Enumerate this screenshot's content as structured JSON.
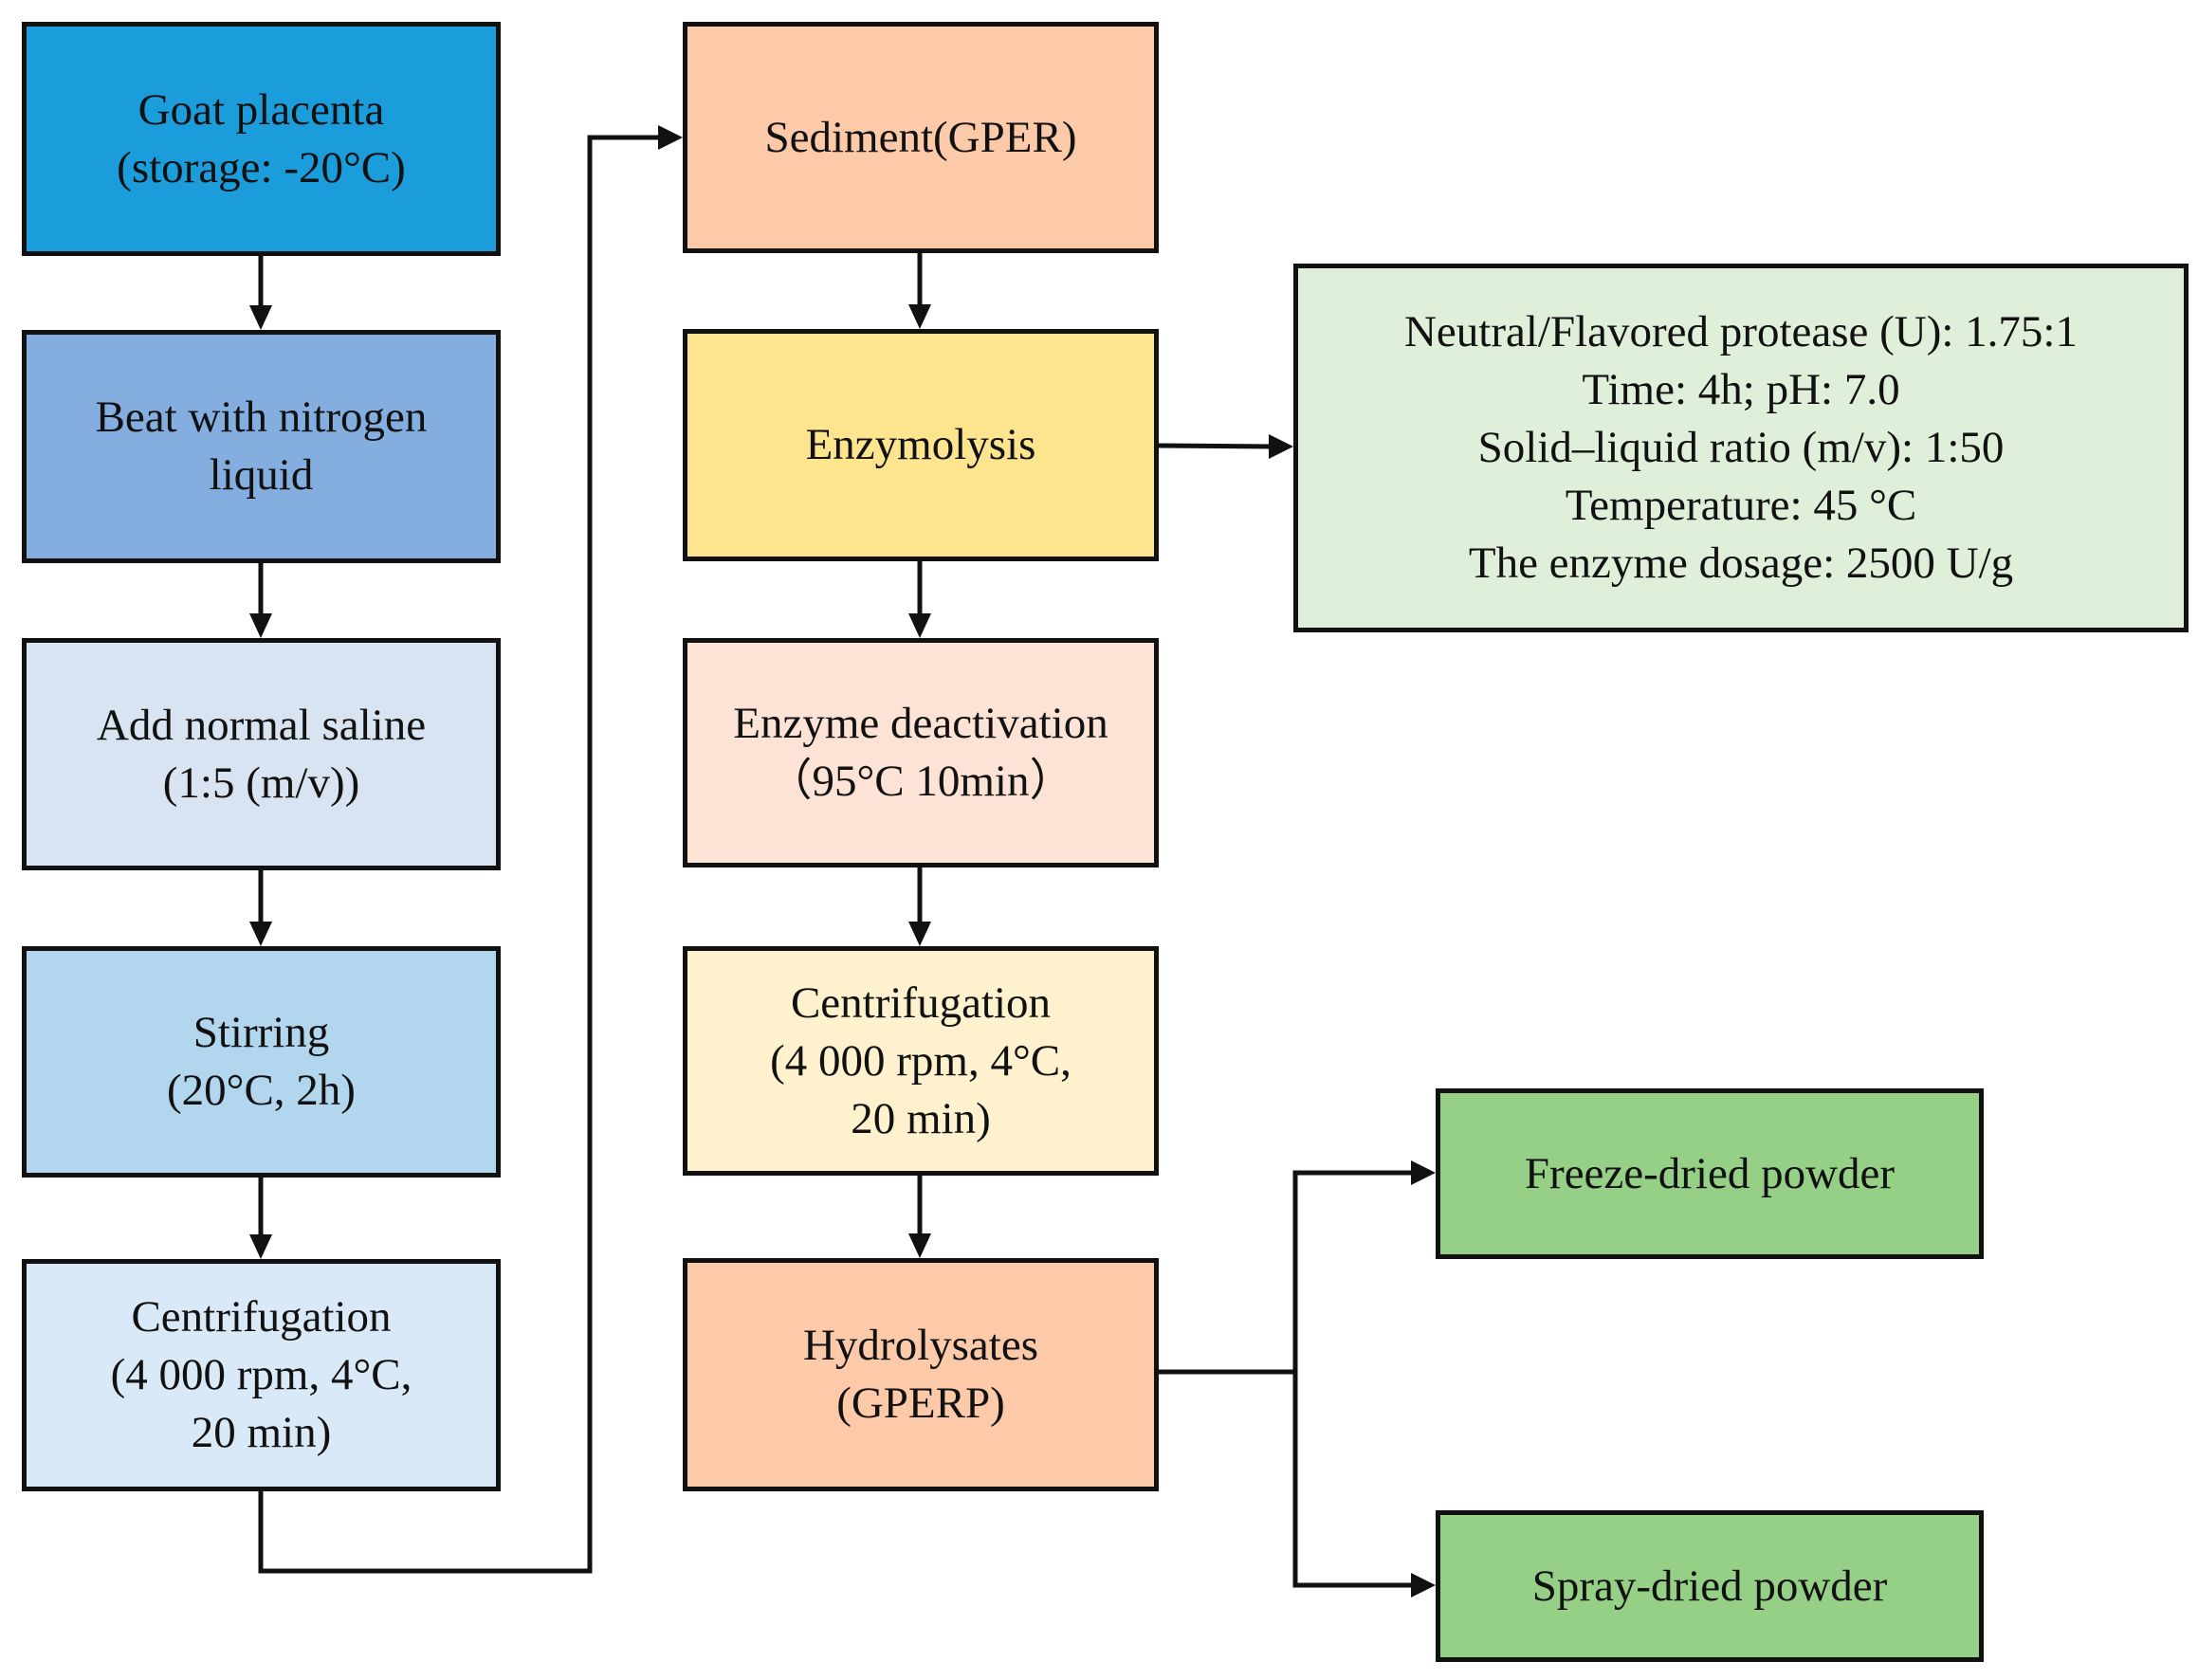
{
  "nodes": {
    "goat_placenta": {
      "lines": [
        "Goat placenta",
        "(storage: -20°C)"
      ],
      "color": "#1b9ddb"
    },
    "beat": {
      "lines": [
        "Beat with nitrogen",
        "liquid"
      ],
      "color": "#84aedf"
    },
    "saline": {
      "lines": [
        "Add normal saline",
        "(1:5 (m/v))"
      ],
      "color": "#d9e4f2"
    },
    "stirring": {
      "lines": [
        "Stirring",
        "(20°C, 2h)"
      ],
      "color": "#b3d6ef"
    },
    "centrifugation_1": {
      "lines": [
        "Centrifugation",
        "(4 000 rpm, 4°C,",
        "20 min)"
      ],
      "color": "#dae9f7"
    },
    "sediment": {
      "lines": [
        "Sediment(GPER)"
      ],
      "color": "#fccaa9"
    },
    "enzymolysis": {
      "lines": [
        "Enzymolysis"
      ],
      "color": "#fde48f"
    },
    "deactivation": {
      "lines": [
        "Enzyme deactivation",
        "（95°C 10min）"
      ],
      "color": "#fde3d6"
    },
    "centrifugation_2": {
      "lines": [
        "Centrifugation",
        "(4 000 rpm, 4°C,",
        "20 min)"
      ],
      "color": "#fef1cd"
    },
    "hydrolysates": {
      "lines": [
        "Hydrolysates",
        "(GPERP)"
      ],
      "color": "#fccaa9"
    },
    "conditions": {
      "lines": [
        "Neutral/Flavored protease (U): 1.75:1",
        "Time: 4h; pH: 7.0",
        "Solid–liquid ratio (m/v): 1:50",
        "Temperature: 45 °C",
        "The enzyme dosage: 2500 U/g"
      ],
      "color": "#e0efda"
    },
    "freeze_dried": {
      "lines": [
        "Freeze-dried powder"
      ],
      "color": "#95d086"
    },
    "spray_dried": {
      "lines": [
        "Spray-dried powder"
      ],
      "color": "#95d086"
    }
  }
}
